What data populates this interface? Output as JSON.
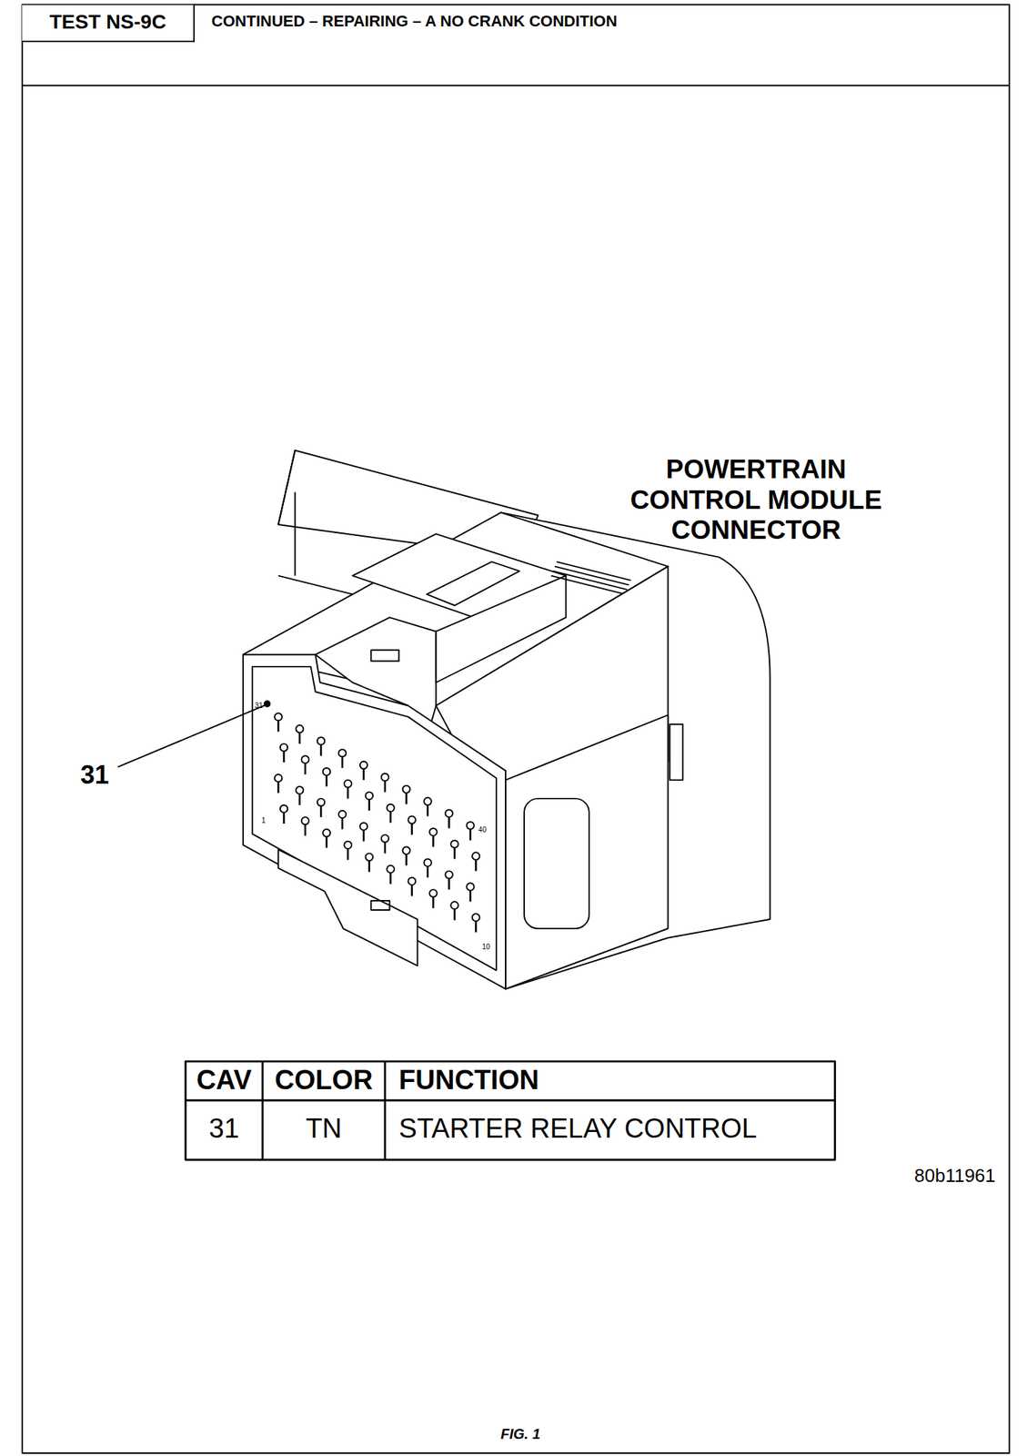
{
  "diagram": {
    "title": "CONTINUED – REPAIRING – A NO CRANK CONDITION",
    "caption": "FIG. 1",
    "nodes": [
      {
        "text": [
          "TEST NS-9C"
        ]
      }
    ],
    "labels": [
      "POWERTRAIN CONTROL MODULE CONNECTOR",
      "31",
      "31",
      "1",
      "40",
      "10",
      "CAV",
      "COLOR",
      "FUNCTION",
      "31",
      "TN",
      "STARTER RELAY CONTROL",
      "80b11961"
    ]
  }
}
